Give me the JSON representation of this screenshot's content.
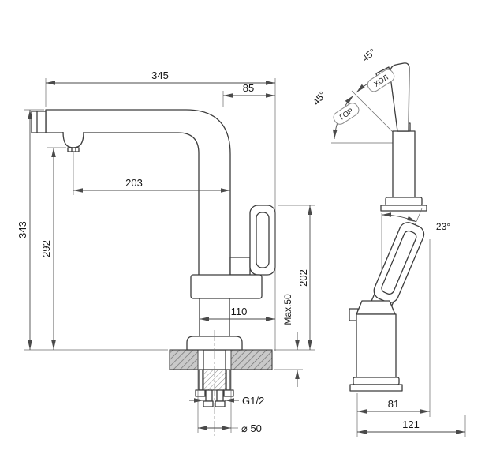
{
  "page": {
    "background": "#ffffff",
    "subject": "Kitchen faucet installation technical drawing"
  },
  "main_view": {
    "dim_total_width": "345",
    "dim_handle_offset": "85",
    "dim_spout_reach": "203",
    "dim_total_height": "343",
    "dim_spout_height": "292",
    "dim_handle_height": "202",
    "dim_base_offset": "110",
    "dim_max_thickness": "Max.50",
    "dim_thread": "G1/2",
    "dim_hole_diameter": "⌀ 50"
  },
  "swivel_view": {
    "angle_cold_side": "45°",
    "angle_hot_side": "45°",
    "label_cold": "ХОЛ",
    "label_hot": "ГОР"
  },
  "tilt_view": {
    "dim_handle_angle": "23°",
    "dim_body_depth": "81",
    "dim_total_depth": "121"
  },
  "style": {
    "line_color": "#3c3c3c",
    "dim_color": "#4a4a4a",
    "hatch_fill": "#c9c9c9"
  }
}
